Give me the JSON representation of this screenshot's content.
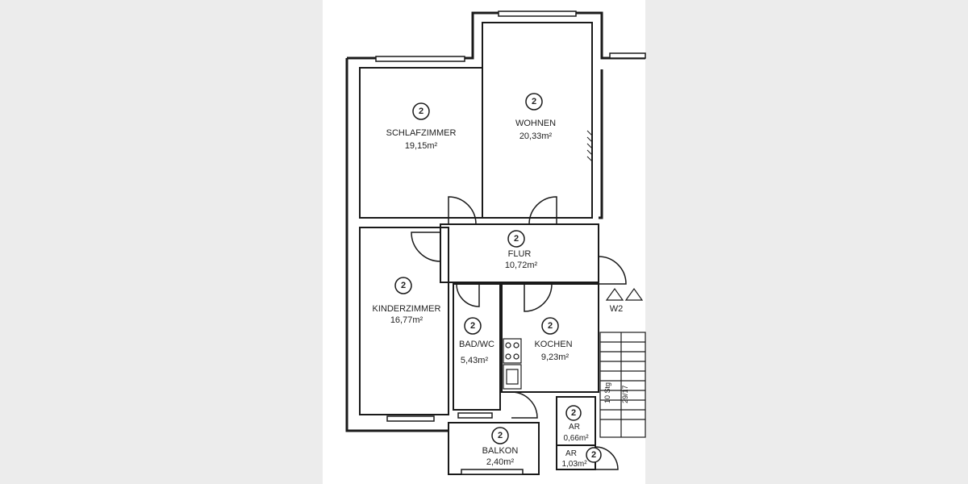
{
  "rooms": {
    "wohnen": {
      "badge": "2",
      "name": "WOHNEN",
      "area": "20,33m²"
    },
    "schlafzimmer": {
      "badge": "2",
      "name": "SCHLAFZIMMER",
      "area": "19,15m²"
    },
    "flur": {
      "badge": "2",
      "name": "FLUR",
      "area": "10,72m²"
    },
    "kinderzimmer": {
      "badge": "2",
      "name": "KINDERZIMMER",
      "area": "16,77m²"
    },
    "bad": {
      "badge": "2",
      "name": "BAD/WC",
      "area": "5,43m²"
    },
    "kochen": {
      "badge": "2",
      "name": "KOCHEN",
      "area": "9,23m²"
    },
    "ar1": {
      "badge": "2",
      "name": "AR",
      "area": "0,66m²"
    },
    "ar2": {
      "badge": "2",
      "name": "AR",
      "area": "1,03m²"
    },
    "balkon": {
      "badge": "2",
      "name": "BALKON",
      "area": "2,40m²"
    }
  },
  "unit_label": "W2",
  "stair_labels": [
    "10 Stg",
    "29/17"
  ]
}
